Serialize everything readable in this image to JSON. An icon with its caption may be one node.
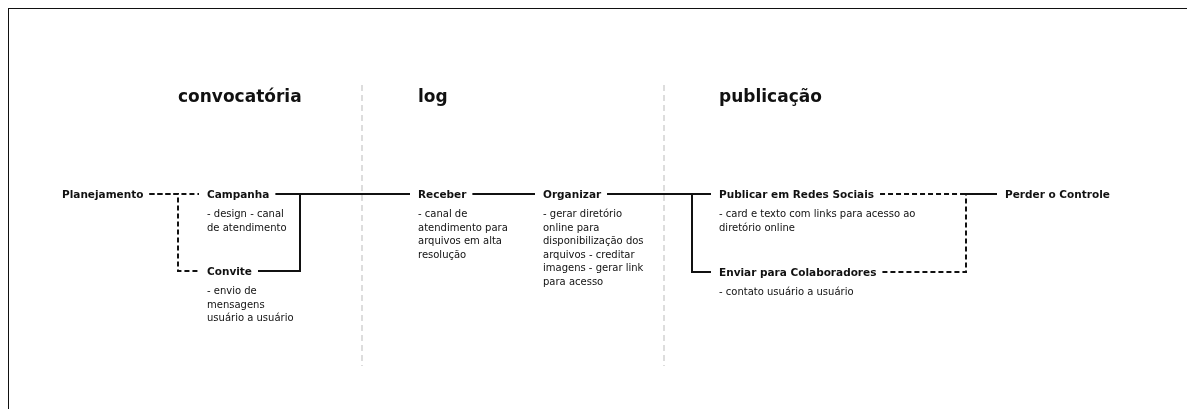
{
  "diagram": {
    "nodes": [
      {
        "text": [
          "Planejamento"
        ]
      },
      {
        "text": [
          "Campanha",
          "- design - canal de atendimento"
        ]
      },
      {
        "text": [
          "Convite",
          "- envio de mensagens usuário a usuário"
        ]
      },
      {
        "text": [
          "Receber",
          "- canal de atendimento para arquivos em alta resolução"
        ]
      },
      {
        "text": [
          "Organizar",
          "- gerar diretório online para disponibilização dos arquivos - creditar imagens - gerar link para acesso"
        ]
      },
      {
        "text": [
          "Publicar em Redes Sociais",
          "- card e texto com links para acesso ao diretório online"
        ]
      },
      {
        "text": [
          "Enviar para Colaboradores",
          "- contato usuário a usuário"
        ]
      },
      {
        "text": [
          "Perder o Controle"
        ]
      }
    ],
    "edges": [
      {
        "from": 0,
        "to": 1,
        "arrow": "none",
        "style": "dashed"
      },
      {
        "from": 0,
        "to": 2,
        "arrow": "none",
        "style": "dashed"
      },
      {
        "from": 1,
        "to": 3,
        "arrow": "none"
      },
      {
        "from": 2,
        "to": 3,
        "arrow": "none"
      },
      {
        "from": 3,
        "to": 4,
        "arrow": "none"
      },
      {
        "from": 4,
        "to": 5,
        "arrow": "none"
      },
      {
        "from": 4,
        "to": 6,
        "arrow": "none"
      },
      {
        "from": 5,
        "to": 7,
        "arrow": "none",
        "style": "dashed"
      },
      {
        "from": 6,
        "to": 7,
        "arrow": "none",
        "style": "dashed"
      }
    ],
    "labels": [
      "convocatória",
      "log",
      "publicação"
    ]
  }
}
